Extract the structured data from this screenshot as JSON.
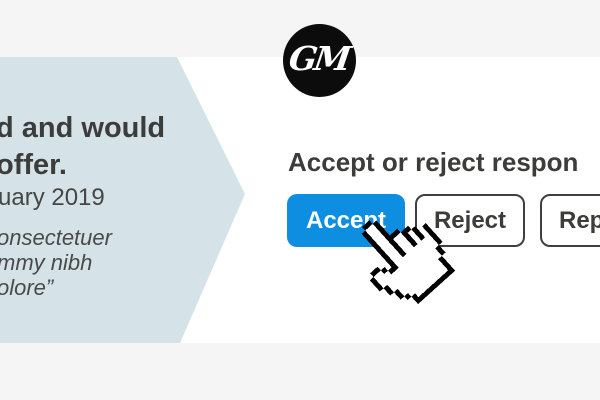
{
  "logo": {
    "monogram": "GM",
    "bg_color": "#0c0c0c",
    "fg_color": "#ffffff"
  },
  "left_panel": {
    "bg_color": "#d5e3e9",
    "heading_line1": "d and would",
    "heading_line2": "offer.",
    "date": "uary 2019",
    "quote_line1": "onsectetuer",
    "quote_line2": "mmy nibh",
    "quote_line3": "olore”"
  },
  "main": {
    "heading": "Accept or reject respon",
    "buttons": [
      {
        "label": "Accept",
        "style": "primary"
      },
      {
        "label": "Reject",
        "style": "secondary"
      },
      {
        "label": "Rep",
        "style": "secondary"
      }
    ]
  },
  "colors": {
    "accent_blue": "#0e8ee0",
    "band_gray": "#f5f5f6",
    "panel_blue": "#d5e3e9",
    "text_dark": "#3c3c3b"
  },
  "cursor": {
    "type": "pixelated-hand-pointer"
  }
}
